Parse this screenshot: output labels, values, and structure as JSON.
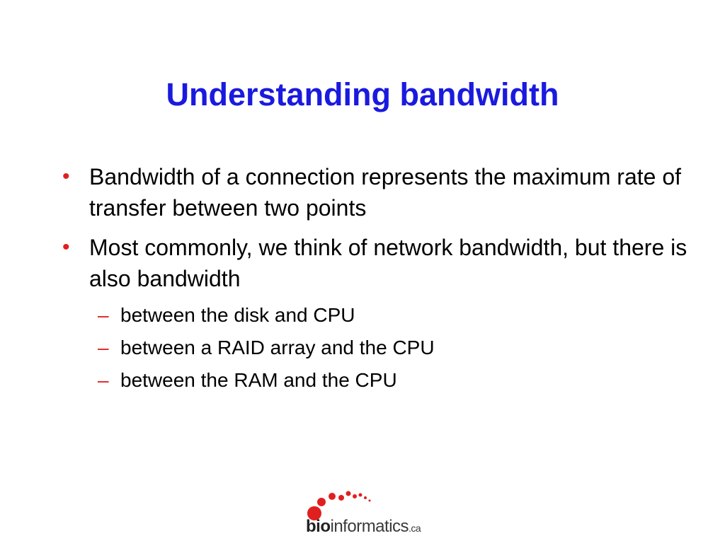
{
  "slide": {
    "title": "Understanding bandwidth",
    "bullets": [
      "Bandwidth of a connection represents the maximum rate of transfer between two points",
      "Most commonly, we think of network bandwidth, but there is also bandwidth"
    ],
    "sub_bullets": [
      "between the disk and CPU",
      "between a RAID array and the CPU",
      "between the RAM and the CPU"
    ],
    "bullet_symbol": "•",
    "sub_bullet_symbol": "–"
  },
  "logo": {
    "bio": "bio",
    "rest": "informatics",
    "suffix": ".ca",
    "dot_color": "#e0201f"
  },
  "colors": {
    "title": "#1a1adf",
    "bullet": "#e0201f"
  }
}
